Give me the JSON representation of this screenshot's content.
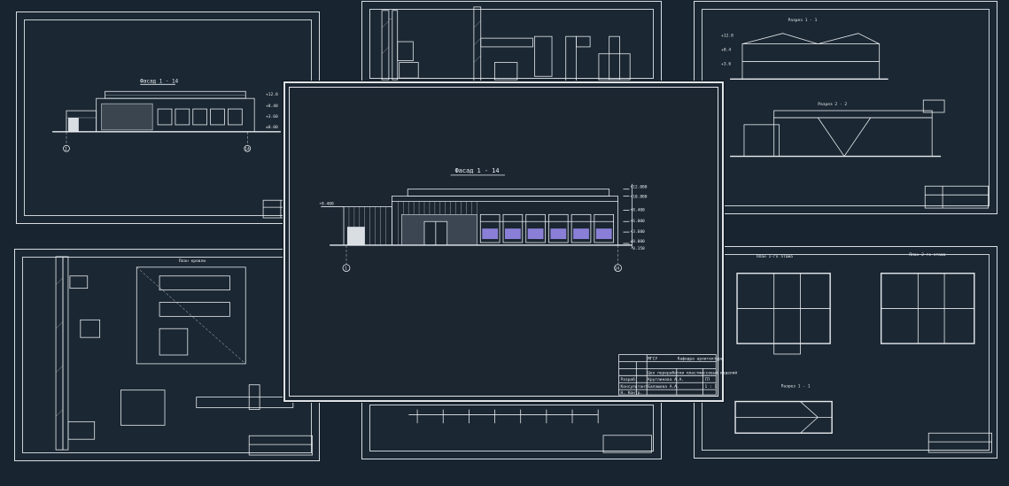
{
  "sheets": {
    "top_left": {
      "title": "Фасад 1 - 14",
      "axis_left": "1",
      "axis_right": "14"
    },
    "top_middle": {
      "title": ""
    },
    "top_right": {
      "section_top": "Разрез 1 - 1",
      "section_bottom": "Разрез 2 - 2"
    },
    "bottom_left": {
      "plan_title": "План кровли"
    },
    "bottom_middle": {
      "title": ""
    },
    "bottom_right": {
      "plan_left_title": "План 1-го этажа",
      "plan_right_title": "План 2-го этажа",
      "section_title": "Разрез 1 - 1"
    },
    "center": {
      "title": "Фасад 1 - 14",
      "axis_left": "1",
      "axis_right": "14",
      "level_labels": [
        "+12.000",
        "+10.800",
        "+8.400",
        "+6.000",
        "+3.600",
        "±0.000",
        "-0.150"
      ],
      "left_level": "+8.400",
      "title_block": {
        "org": "МГСУ",
        "dept": "Кафедра архитектуры",
        "project": "Цех переработки пластмассовых изделий",
        "rows": [
          [
            "Разраб.",
            "Кругликова А.А.",
            "",
            "ГП"
          ],
          [
            "Консультант",
            "Балашова А.А.",
            "",
            "1 : 1"
          ],
          [
            "Н. Контр.",
            "",
            "",
            ""
          ]
        ]
      }
    }
  }
}
